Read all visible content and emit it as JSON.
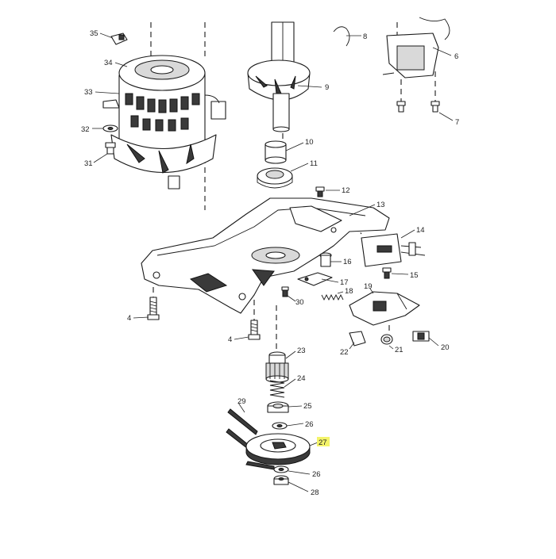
{
  "diagram": {
    "callouts": [
      {
        "id": "c35",
        "label": "35"
      },
      {
        "id": "c34",
        "label": "34"
      },
      {
        "id": "c33",
        "label": "33"
      },
      {
        "id": "c32",
        "label": "32"
      },
      {
        "id": "c31",
        "label": "31"
      },
      {
        "id": "c8",
        "label": "8"
      },
      {
        "id": "c6",
        "label": "6"
      },
      {
        "id": "c9",
        "label": "9"
      },
      {
        "id": "c7",
        "label": "7"
      },
      {
        "id": "c10",
        "label": "10"
      },
      {
        "id": "c11",
        "label": "11"
      },
      {
        "id": "c12",
        "label": "12"
      },
      {
        "id": "c13",
        "label": "13"
      },
      {
        "id": "c14",
        "label": "14"
      },
      {
        "id": "c16",
        "label": "16"
      },
      {
        "id": "c15",
        "label": "15"
      },
      {
        "id": "c17",
        "label": "17"
      },
      {
        "id": "c18",
        "label": "18"
      },
      {
        "id": "c19",
        "label": "19"
      },
      {
        "id": "c30",
        "label": "30"
      },
      {
        "id": "c4a",
        "label": "4"
      },
      {
        "id": "c4b",
        "label": "4"
      },
      {
        "id": "c22",
        "label": "22"
      },
      {
        "id": "c21",
        "label": "21"
      },
      {
        "id": "c20",
        "label": "20"
      },
      {
        "id": "c23",
        "label": "23"
      },
      {
        "id": "c24",
        "label": "24"
      },
      {
        "id": "c29",
        "label": "29"
      },
      {
        "id": "c25",
        "label": "25"
      },
      {
        "id": "c26a",
        "label": "26"
      },
      {
        "id": "c27",
        "label": "27",
        "highlighted": true
      },
      {
        "id": "c26b",
        "label": "26"
      },
      {
        "id": "c28",
        "label": "28"
      }
    ],
    "highlight_color": "#f4f46a",
    "line_color": "#1a1a1a"
  }
}
